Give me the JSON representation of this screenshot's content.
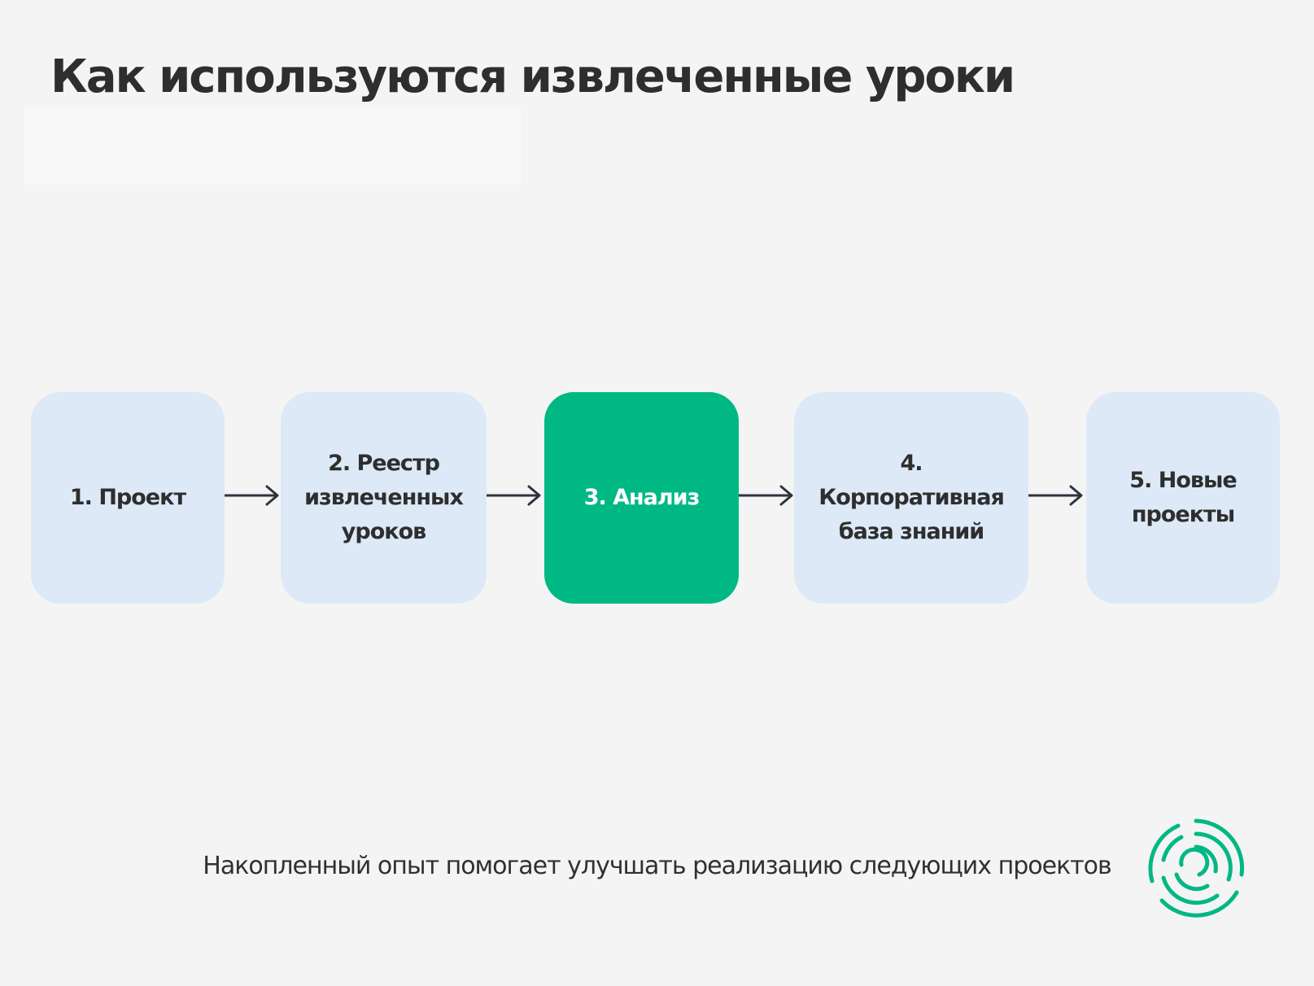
{
  "title": "Как используются извлеченные уроки",
  "steps": [
    {
      "label": "1. Проект",
      "active": false
    },
    {
      "label": "2. Реестр извлеченных уроков",
      "active": false
    },
    {
      "label": "3. Анализ",
      "active": true
    },
    {
      "label": "4. Корпоративная база знаний",
      "active": false
    },
    {
      "label": "5. Новые проекты",
      "active": false
    }
  ],
  "caption": "Накопленный опыт помогает улучшать реализацию следующих проектов",
  "colors": {
    "background": "#f4f4f4",
    "step_fill": "#dde9f7",
    "active_fill": "#00b884",
    "text": "#2e2e2e",
    "arrow": "#2c3440",
    "logo": "#00b884"
  },
  "icons": {
    "arrow": "arrow-right-icon",
    "logo": "spiral-logo"
  }
}
